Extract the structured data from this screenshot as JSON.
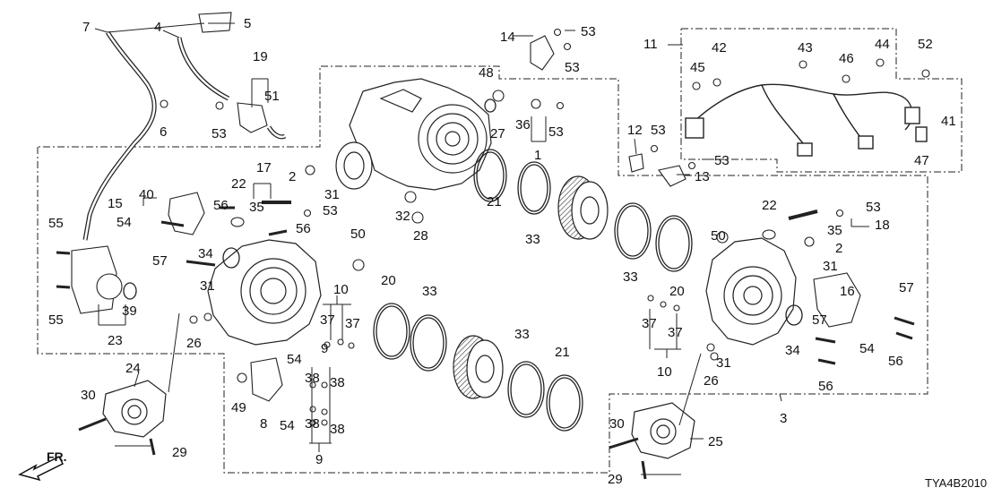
{
  "diagram": {
    "code": "TYA4B2010",
    "direction_label": "FR.",
    "labels": [
      {
        "id": "l5a",
        "text": "5"
      },
      {
        "id": "l4",
        "text": "4"
      },
      {
        "id": "l7",
        "text": "7"
      },
      {
        "id": "l19",
        "text": "19"
      },
      {
        "id": "l51",
        "text": "51"
      },
      {
        "id": "l6",
        "text": "6"
      },
      {
        "id": "l53a",
        "text": "53"
      },
      {
        "id": "l14",
        "text": "14"
      },
      {
        "id": "l53b",
        "text": "53"
      },
      {
        "id": "l53c",
        "text": "53"
      },
      {
        "id": "l48",
        "text": "48"
      },
      {
        "id": "l27",
        "text": "27"
      },
      {
        "id": "l36",
        "text": "36"
      },
      {
        "id": "l53d",
        "text": "53"
      },
      {
        "id": "l1",
        "text": "1"
      },
      {
        "id": "l11",
        "text": "11"
      },
      {
        "id": "l42",
        "text": "42"
      },
      {
        "id": "l45",
        "text": "45"
      },
      {
        "id": "l43",
        "text": "43"
      },
      {
        "id": "l46",
        "text": "46"
      },
      {
        "id": "l44",
        "text": "44"
      },
      {
        "id": "l52",
        "text": "52"
      },
      {
        "id": "l41",
        "text": "41"
      },
      {
        "id": "l47",
        "text": "47"
      },
      {
        "id": "l12",
        "text": "12"
      },
      {
        "id": "l53e",
        "text": "53"
      },
      {
        "id": "l53f",
        "text": "53"
      },
      {
        "id": "l13",
        "text": "13"
      },
      {
        "id": "l2a",
        "text": "2"
      },
      {
        "id": "l31a",
        "text": "31"
      },
      {
        "id": "l17",
        "text": "17"
      },
      {
        "id": "l35a",
        "text": "35"
      },
      {
        "id": "l22a",
        "text": "22"
      },
      {
        "id": "l53g",
        "text": "53"
      },
      {
        "id": "l56a",
        "text": "56"
      },
      {
        "id": "l15",
        "text": "15"
      },
      {
        "id": "l40",
        "text": "40"
      },
      {
        "id": "l54a",
        "text": "54"
      },
      {
        "id": "l55a",
        "text": "55"
      },
      {
        "id": "l32",
        "text": "32"
      },
      {
        "id": "l28",
        "text": "28"
      },
      {
        "id": "l21a",
        "text": "21"
      },
      {
        "id": "l33a",
        "text": "33"
      },
      {
        "id": "l33b",
        "text": "33"
      },
      {
        "id": "l20a",
        "text": "20"
      },
      {
        "id": "l22b",
        "text": "22"
      },
      {
        "id": "l53h",
        "text": "53"
      },
      {
        "id": "l35b",
        "text": "35"
      },
      {
        "id": "l18",
        "text": "18"
      },
      {
        "id": "l50a",
        "text": "50"
      },
      {
        "id": "l2b",
        "text": "2"
      },
      {
        "id": "l31b",
        "text": "31"
      },
      {
        "id": "l56b",
        "text": "56"
      },
      {
        "id": "l34a",
        "text": "34"
      },
      {
        "id": "l50b",
        "text": "50"
      },
      {
        "id": "l57a",
        "text": "57"
      },
      {
        "id": "l10a",
        "text": "10"
      },
      {
        "id": "l31c",
        "text": "31"
      },
      {
        "id": "l55b",
        "text": "55"
      },
      {
        "id": "l39",
        "text": "39"
      },
      {
        "id": "l23",
        "text": "23"
      },
      {
        "id": "l26a",
        "text": "26"
      },
      {
        "id": "l37a",
        "text": "37"
      },
      {
        "id": "l37b",
        "text": "37"
      },
      {
        "id": "l9a",
        "text": "9"
      },
      {
        "id": "l20b",
        "text": "20"
      },
      {
        "id": "l33c",
        "text": "33"
      },
      {
        "id": "l16",
        "text": "16"
      },
      {
        "id": "l57b",
        "text": "57"
      },
      {
        "id": "l37c",
        "text": "37"
      },
      {
        "id": "l37d",
        "text": "37"
      },
      {
        "id": "l57c",
        "text": "57"
      },
      {
        "id": "l34b",
        "text": "34"
      },
      {
        "id": "l54b",
        "text": "54"
      },
      {
        "id": "l56c",
        "text": "56"
      },
      {
        "id": "l31d",
        "text": "31"
      },
      {
        "id": "l10b",
        "text": "10"
      },
      {
        "id": "l26b",
        "text": "26"
      },
      {
        "id": "l56d",
        "text": "56"
      },
      {
        "id": "l24",
        "text": "24"
      },
      {
        "id": "l54c",
        "text": "54"
      },
      {
        "id": "l38a",
        "text": "38"
      },
      {
        "id": "l38b",
        "text": "38"
      },
      {
        "id": "l38c",
        "text": "38"
      },
      {
        "id": "l38d",
        "text": "38"
      },
      {
        "id": "l33d",
        "text": "33"
      },
      {
        "id": "l21b",
        "text": "21"
      },
      {
        "id": "l30a",
        "text": "30"
      },
      {
        "id": "l49",
        "text": "49"
      },
      {
        "id": "l8",
        "text": "8"
      },
      {
        "id": "l54d",
        "text": "54"
      },
      {
        "id": "l9b",
        "text": "9"
      },
      {
        "id": "l29a",
        "text": "29"
      },
      {
        "id": "l3",
        "text": "3"
      },
      {
        "id": "l30b",
        "text": "30"
      },
      {
        "id": "l25",
        "text": "25"
      },
      {
        "id": "l29b",
        "text": "29"
      }
    ]
  }
}
